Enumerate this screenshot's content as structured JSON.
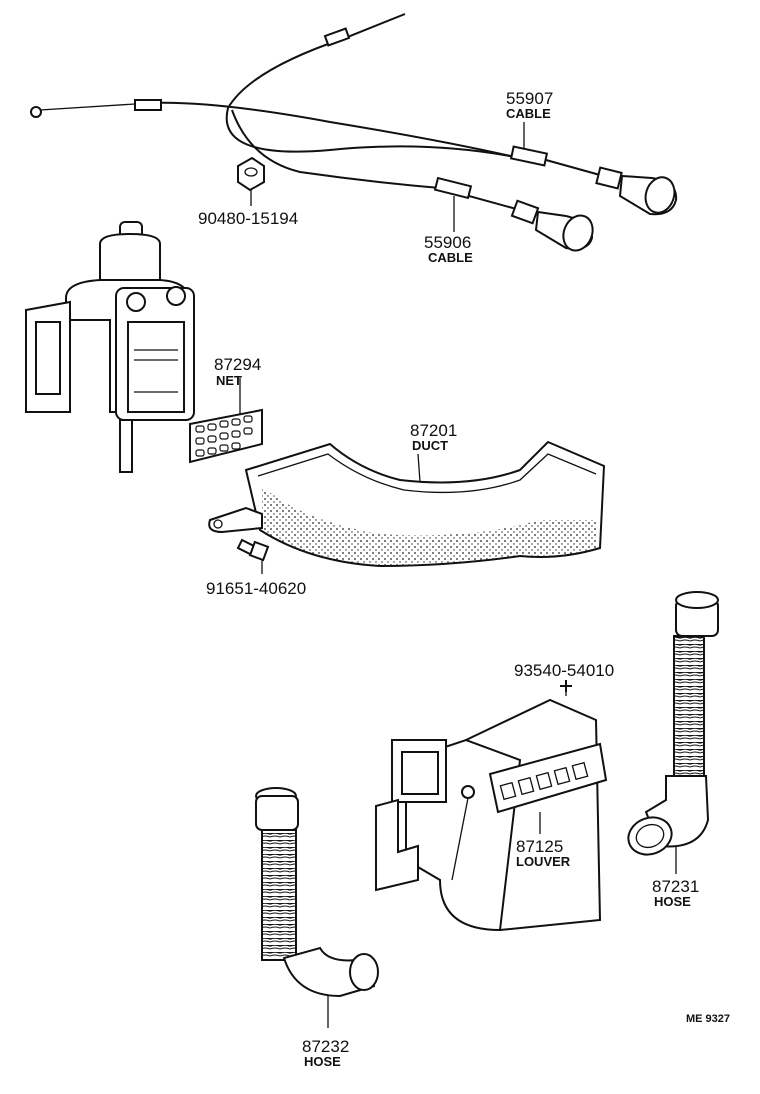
{
  "parts": [
    {
      "id": "cable-55907",
      "number": "55907",
      "name": "CABLE"
    },
    {
      "id": "nut-90480",
      "number": "90480-15194",
      "name": ""
    },
    {
      "id": "cable-55906",
      "number": "55906",
      "name": "CABLE"
    },
    {
      "id": "net-87294",
      "number": "87294",
      "name": "NET"
    },
    {
      "id": "duct-87201",
      "number": "87201",
      "name": "DUCT"
    },
    {
      "id": "bolt-91651",
      "number": "91651-40620",
      "name": ""
    },
    {
      "id": "screw-93540",
      "number": "93540-54010",
      "name": ""
    },
    {
      "id": "louver-87125",
      "number": "87125",
      "name": "LOUVER"
    },
    {
      "id": "hose-87231",
      "number": "87231",
      "name": "HOSE"
    },
    {
      "id": "hose-87232",
      "number": "87232",
      "name": "HOSE"
    }
  ],
  "reference_code": "ME 9327"
}
